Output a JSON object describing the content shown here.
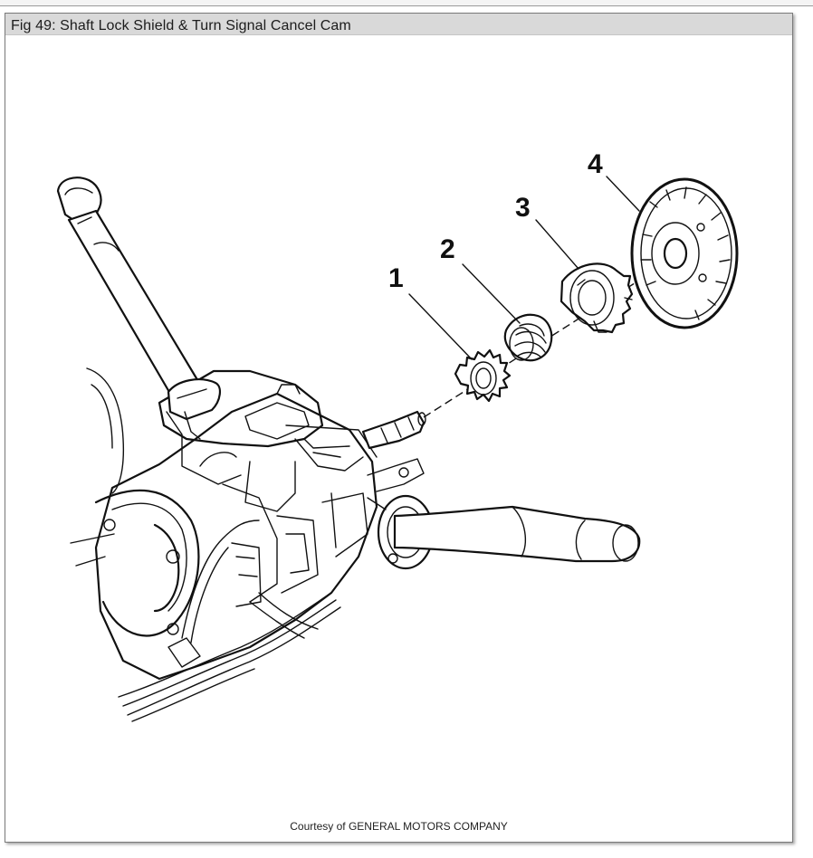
{
  "figure": {
    "title": "Fig 49: Shaft Lock Shield & Turn Signal Cancel Cam",
    "credit": "Courtesy of GENERAL MOTORS COMPANY"
  },
  "callouts": [
    {
      "number": "1"
    },
    {
      "number": "2"
    },
    {
      "number": "3"
    },
    {
      "number": "4"
    }
  ],
  "colors": {
    "frame_border": "#7a7a7a",
    "title_bar": "#d9d9d9",
    "line_art": "#111111"
  }
}
